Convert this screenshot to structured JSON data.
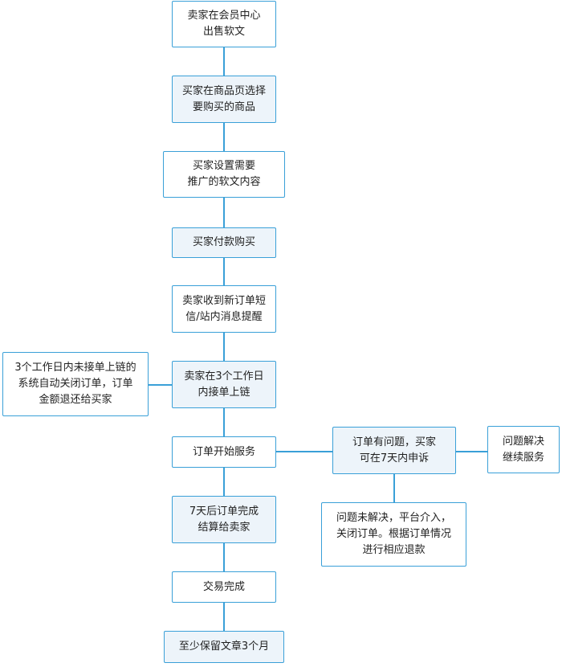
{
  "nodes": {
    "n1": "卖家在会员中心\n出售软文",
    "n2": "买家在商品页选择\n要购买的商品",
    "n3": "买家设置需要\n推广的软文内容",
    "n4": "买家付款购买",
    "n5": "卖家收到新订单短\n信/站内消息提醒",
    "n6": "卖家在3个工作日\n内接单上链",
    "n6a": "3个工作日内未接单上链的\n系统自动关闭订单，订单\n金额退还给买家",
    "n7": "订单开始服务",
    "n7a": "订单有问题，买家\n可在7天内申诉",
    "n7b": "问题解决\n继续服务",
    "n7c": "问题未解决，平台介入，\n关闭订单。根据订单情况\n进行相应退款",
    "n8": "7天后订单完成\n结算给卖家",
    "n9": "交易完成",
    "n10": "至少保留文章3个月"
  },
  "colors": {
    "border": "#3aa0d8",
    "line": "#3aa0d8",
    "shaded_fill": "#edf4fa"
  }
}
